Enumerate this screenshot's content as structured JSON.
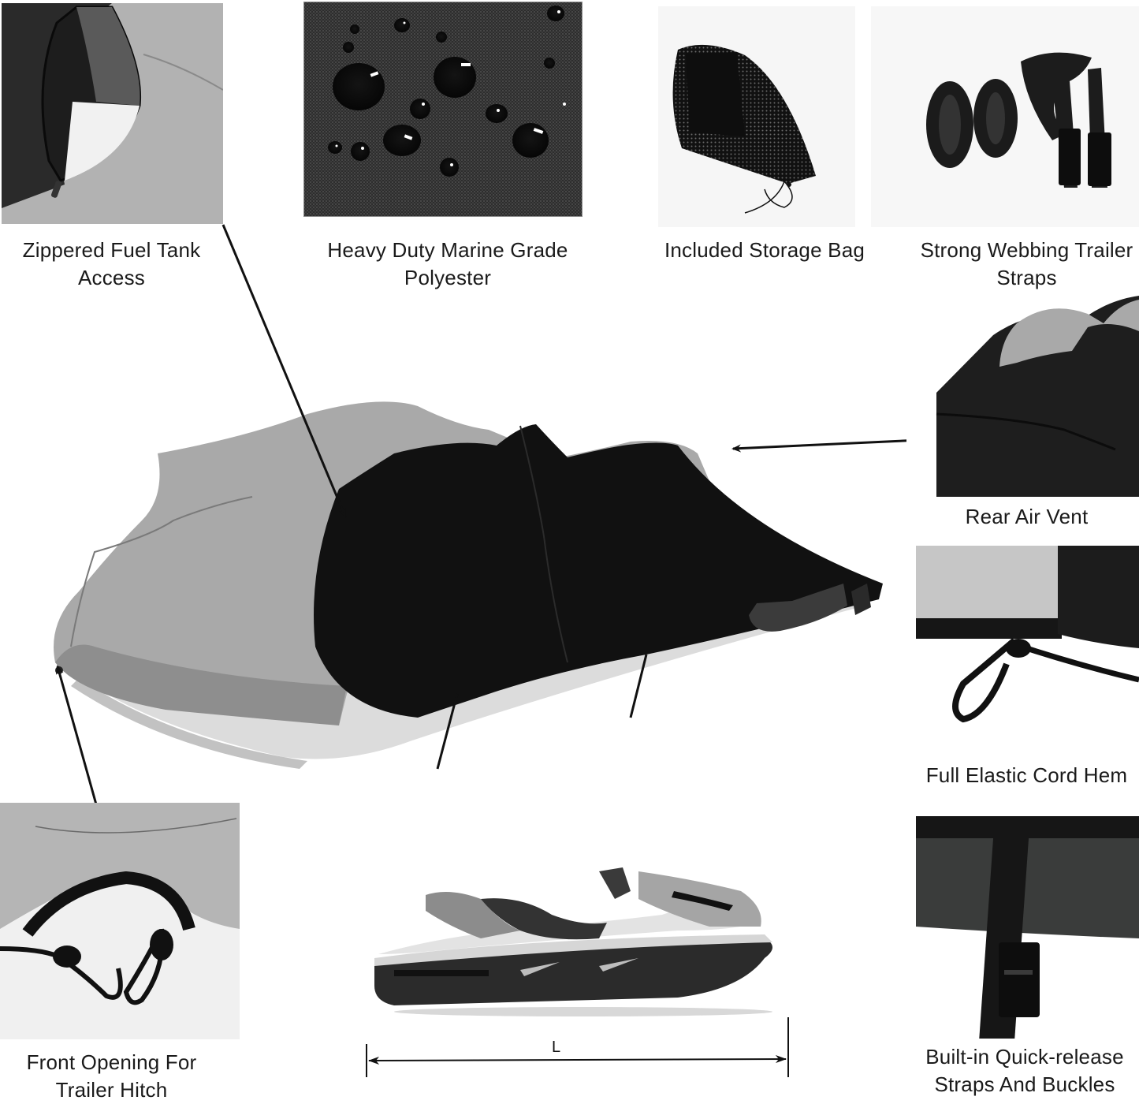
{
  "features": [
    {
      "id": "zipper",
      "lines": [
        "Zippered Fuel Tank",
        "Access"
      ]
    },
    {
      "id": "fabric",
      "lines": [
        "Heavy Duty Marine Grade",
        "Polyester"
      ]
    },
    {
      "id": "bag",
      "lines": [
        "Included Storage Bag"
      ]
    },
    {
      "id": "straps",
      "lines": [
        "Strong Webbing Trailer",
        "Straps"
      ]
    },
    {
      "id": "vent",
      "lines": [
        "Rear Air Vent"
      ]
    },
    {
      "id": "hem",
      "lines": [
        "Full Elastic Cord Hem"
      ]
    },
    {
      "id": "buckles",
      "lines": [
        "Built-in Quick-release",
        "Straps And Buckles"
      ]
    },
    {
      "id": "hitch",
      "lines": [
        "Front Opening For",
        "Trailer Hitch"
      ]
    }
  ],
  "dimension": {
    "label": "L"
  },
  "colors": {
    "cover_black": "#111111",
    "cover_gray": "#a9a9a9",
    "hull_light": "#d9d9d9",
    "fabric_dark": "#2e2e2e",
    "text": "#1a1a1a"
  }
}
